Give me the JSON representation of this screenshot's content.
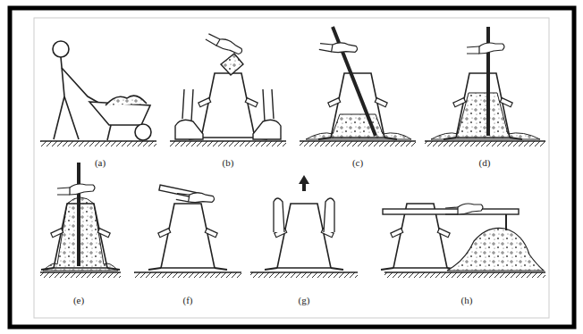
{
  "diagram": {
    "labels": [
      "(a)",
      "(b)",
      "(c)",
      "(d)",
      "(e)",
      "(f)",
      "(g)",
      "(h)"
    ]
  }
}
